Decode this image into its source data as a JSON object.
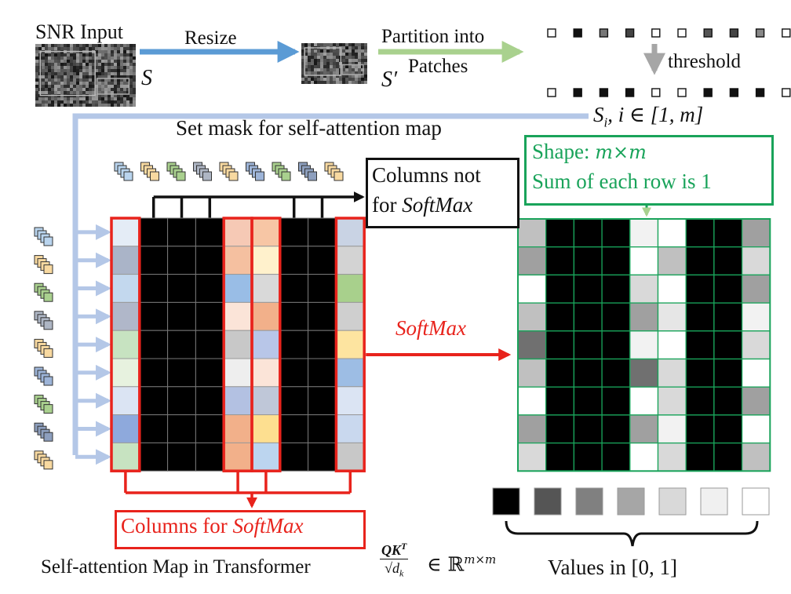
{
  "labels": {
    "snr_input": "SNR Input",
    "resize": "Resize",
    "s": "S",
    "s_prime": "S′",
    "partition_line1": "Partition into",
    "partition_line2": "Patches",
    "threshold": "threshold",
    "si": "S",
    "si_sub": "i",
    "si_rest": ", i ∈ [1, m]",
    "set_mask": "Set mask for self-attention map",
    "cols_not_line1": "Columns not",
    "cols_not_line2_a": "for ",
    "cols_not_line2_b": "SoftMax",
    "shape_a": "Shape: ",
    "shape_b": "m×m",
    "sum_row": "Sum of each row is 1",
    "softmax": "SoftMax",
    "cols_for_a": "Columns for ",
    "cols_for_b": "SoftMax",
    "self_attn": "Self-attention Map in Transformer",
    "formula_num": "QK",
    "formula_sup": "T",
    "formula_den": "√d",
    "formula_den_sub": "k",
    "formula_rest": "∈ ℝ",
    "formula_exp": "m×m",
    "values_in": "Values in [0, 1]"
  },
  "patch_strip": {
    "top": [
      "#ffffff",
      "#111111",
      "#777777",
      "#444444",
      "#ffffff",
      "#ffffff",
      "#555555",
      "#444444",
      "#888888",
      "#ffffff"
    ],
    "bottom": [
      "#ffffff",
      "#111111",
      "#111111",
      "#111111",
      "#ffffff",
      "#ffffff",
      "#111111",
      "#111111",
      "#111111",
      "#ffffff"
    ]
  },
  "token_colors": [
    "#b9d4ee",
    "#f8d9a0",
    "#a9d08e",
    "#aeb6c4",
    "#f8d9a0",
    "#9db4d8",
    "#a9d08e",
    "#8d9fbe",
    "#f8d9a0"
  ],
  "attention_map": {
    "mask": [
      0,
      1,
      1,
      1,
      0,
      0,
      1,
      1,
      0
    ],
    "rows": [
      [
        "#e4ecf6",
        "#000",
        "#000",
        "#000",
        "#f6c9b5",
        "#f7c6a5",
        "#000",
        "#000",
        "#c9d3e4"
      ],
      [
        "#aab4c8",
        "#000",
        "#000",
        "#000",
        "#f5c0a0",
        "#fff1cc",
        "#000",
        "#000",
        "#d3d3d3"
      ],
      [
        "#c3d8ee",
        "#000",
        "#000",
        "#000",
        "#99bde6",
        "#d9d9d9",
        "#000",
        "#000",
        "#a8d08c"
      ],
      [
        "#b0b7c9",
        "#000",
        "#000",
        "#000",
        "#fbe4d8",
        "#f2b08a",
        "#000",
        "#000",
        "#cfcfcf"
      ],
      [
        "#c7e3c1",
        "#000",
        "#000",
        "#000",
        "#c8c8c8",
        "#b8c6e8",
        "#000",
        "#000",
        "#fde4a0"
      ],
      [
        "#e7f2df",
        "#000",
        "#000",
        "#000",
        "#eeeeee",
        "#fbe4d8",
        "#000",
        "#000",
        "#9dbde4"
      ],
      [
        "#dbe4f3",
        "#000",
        "#000",
        "#000",
        "#b3c1e2",
        "#bfc7d8",
        "#000",
        "#000",
        "#dbe4f3"
      ],
      [
        "#8ea9dc",
        "#000",
        "#000",
        "#000",
        "#f2b08a",
        "#fddf90",
        "#000",
        "#000",
        "#c9d8ee"
      ],
      [
        "#c7e3c1",
        "#000",
        "#000",
        "#000",
        "#f2b08a",
        "#bcd5ef",
        "#000",
        "#000",
        "#c8c8c8"
      ]
    ]
  },
  "softmax_map": {
    "rows": [
      [
        "#c0c0c0",
        "#000",
        "#000",
        "#000",
        "#f2f2f2",
        "#ffffff",
        "#000",
        "#000",
        "#a0a0a0"
      ],
      [
        "#a0a0a0",
        "#000",
        "#000",
        "#000",
        "#ffffff",
        "#c0c0c0",
        "#000",
        "#000",
        "#d9d9d9"
      ],
      [
        "#ffffff",
        "#000",
        "#000",
        "#000",
        "#d9d9d9",
        "#ffffff",
        "#000",
        "#000",
        "#a0a0a0"
      ],
      [
        "#c0c0c0",
        "#000",
        "#000",
        "#000",
        "#a0a0a0",
        "#e6e6e6",
        "#000",
        "#000",
        "#f2f2f2"
      ],
      [
        "#707070",
        "#000",
        "#000",
        "#000",
        "#f2f2f2",
        "#ffffff",
        "#000",
        "#000",
        "#d9d9d9"
      ],
      [
        "#c0c0c0",
        "#000",
        "#000",
        "#000",
        "#707070",
        "#d9d9d9",
        "#000",
        "#000",
        "#ffffff"
      ],
      [
        "#ffffff",
        "#000",
        "#000",
        "#000",
        "#ffffff",
        "#d9d9d9",
        "#000",
        "#000",
        "#a0a0a0"
      ],
      [
        "#a0a0a0",
        "#000",
        "#000",
        "#000",
        "#a0a0a0",
        "#f2f2f2",
        "#000",
        "#000",
        "#ffffff"
      ],
      [
        "#d9d9d9",
        "#000",
        "#000",
        "#000",
        "#ffffff",
        "#d9d9d9",
        "#000",
        "#000",
        "#c0c0c0"
      ]
    ]
  },
  "value_legend": [
    "#000000",
    "#555555",
    "#808080",
    "#a6a6a6",
    "#d9d9d9",
    "#f0f0f0",
    "#ffffff"
  ],
  "colors": {
    "arrow_blue": "#5b9bd5",
    "line_light_blue": "#b4c7e7",
    "arrow_green": "#a9d18e",
    "red": "#e8231c",
    "green": "#19a35a",
    "gray_arrow": "#a6a6a6"
  },
  "icons": [
    "noise-image-icon",
    "resized-image-icon"
  ]
}
